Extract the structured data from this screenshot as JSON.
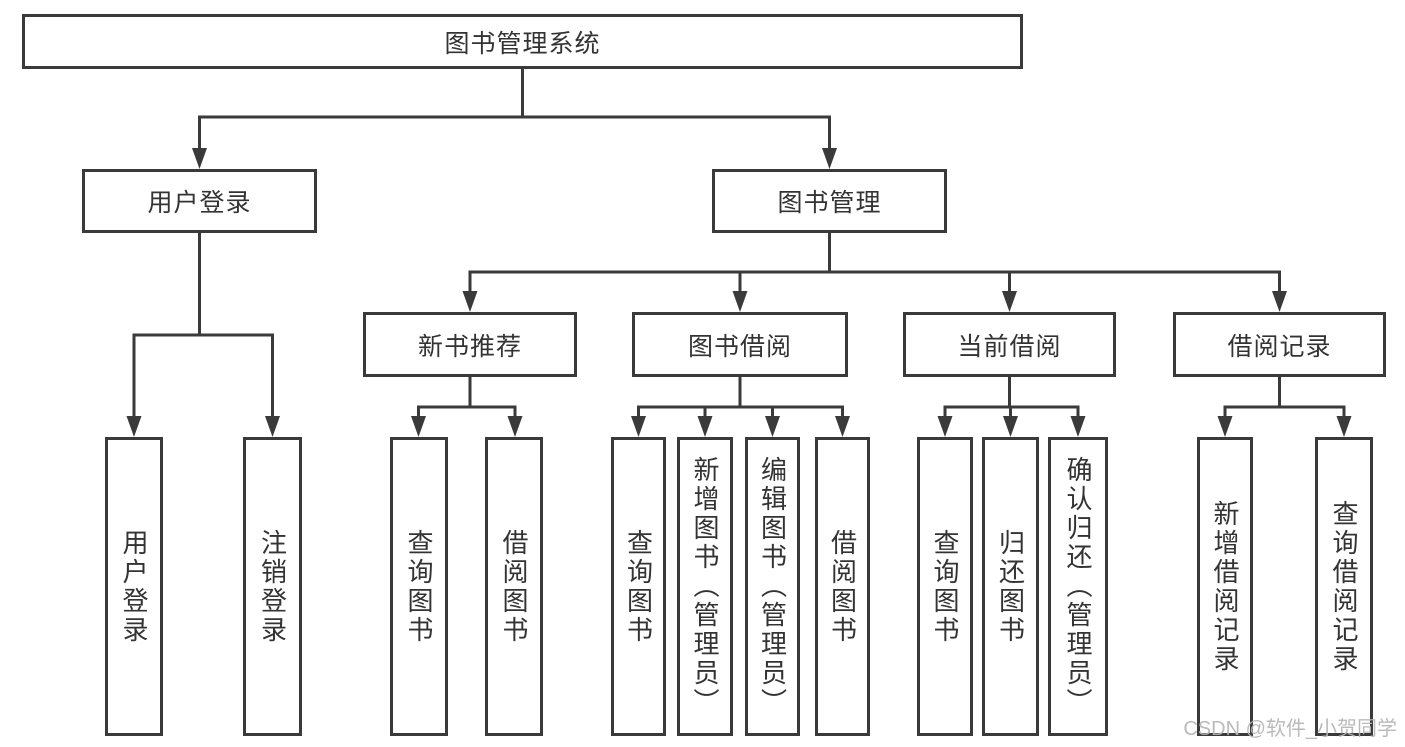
{
  "nodes": {
    "root": {
      "label": "图书管理系统"
    },
    "user_login": {
      "label": "用户登录",
      "children": {
        "login": {
          "label": "用户登录"
        },
        "logout": {
          "label": "注销登录"
        }
      }
    },
    "book_mgmt": {
      "label": "图书管理",
      "children": {
        "new_books": {
          "label": "新书推荐",
          "children": {
            "query_books": {
              "label": "查询图书"
            },
            "borrow_books": {
              "label": "借阅图书"
            }
          }
        },
        "book_borrow": {
          "label": "图书借阅",
          "children": {
            "query_books": {
              "label": "查询图书"
            },
            "add_books": {
              "label": "新增图书（管理员）"
            },
            "edit_books": {
              "label": "编辑图书（管理员）"
            },
            "borrow_books": {
              "label": "借阅图书"
            }
          }
        },
        "current_borrow": {
          "label": "当前借阅",
          "children": {
            "query_books": {
              "label": "查询图书"
            },
            "return_books": {
              "label": "归还图书"
            },
            "confirm_return": {
              "label": "确认归还（管理员）"
            }
          }
        },
        "borrow_records": {
          "label": "借阅记录",
          "children": {
            "add_record": {
              "label": "新增借阅记录"
            },
            "query_record": {
              "label": "查询借阅记录"
            }
          }
        }
      }
    }
  },
  "watermark": {
    "text": "CSDN @软件_小贺同学",
    "color": "#b5b5b5"
  },
  "colors": {
    "background": "#ffffff",
    "line": "#3a3a3a",
    "text": "#333333"
  }
}
